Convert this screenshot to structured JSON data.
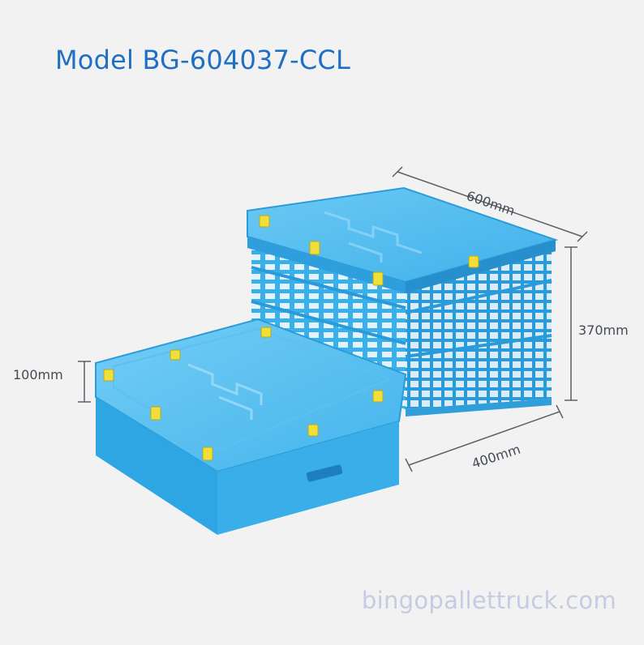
{
  "title": "Model BG-604037-CCL",
  "dimensions": {
    "length": "600mm",
    "width": "400mm",
    "height_open": "370mm",
    "height_folded": "100mm"
  },
  "watermark": "bingopallettruck.com",
  "colors": {
    "crate": "#3fb5ee",
    "crate_dark": "#1f8fcf",
    "clip": "#f0df3a",
    "title": "#1f6fc4",
    "background": "#f2f2f2"
  }
}
